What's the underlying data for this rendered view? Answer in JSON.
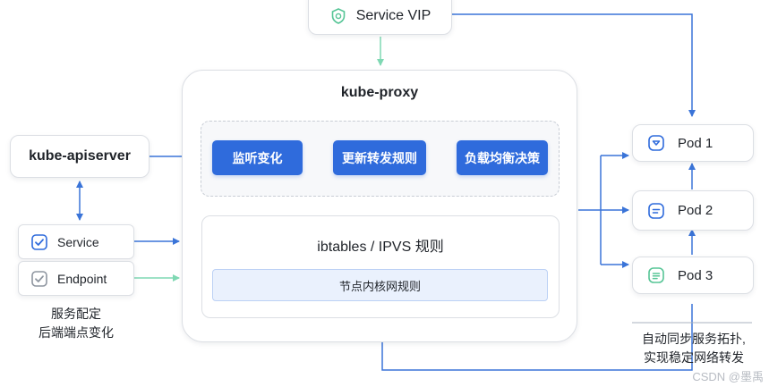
{
  "service_vip": {
    "label": "Service VIP",
    "icon": "shield-icon"
  },
  "kube_proxy": {
    "title": "kube-proxy",
    "steps": [
      "监听变化",
      "更新转发规则",
      "负载均衡决策"
    ],
    "rules": {
      "title": "ibtables / IPVS 规则",
      "node_rules": "节点内核网规则"
    }
  },
  "kube_apiserver": {
    "label": "kube-apiserver"
  },
  "service": {
    "label": "Service",
    "icon": "check-icon"
  },
  "endpoint": {
    "label": "Endpoint",
    "icon": "check-icon"
  },
  "left_caption": {
    "line1": "服务配定",
    "line2": "后端端点变化"
  },
  "pods": [
    {
      "label": "Pod 1",
      "icon": "pod-icon"
    },
    {
      "label": "Pod 2",
      "icon": "pod-icon"
    },
    {
      "label": "Pod 3",
      "icon": "pod-icon"
    }
  ],
  "right_caption": {
    "line1": "自动同步服务拓扑,",
    "line2": "实现稳定网络转发"
  },
  "watermark": "CSDN @墨禹",
  "colors": {
    "accent_blue": "#2f6bdc",
    "green": "#56c596",
    "arrow_blue": "#3a74d8",
    "mint_arrow": "#7fd8b3"
  }
}
